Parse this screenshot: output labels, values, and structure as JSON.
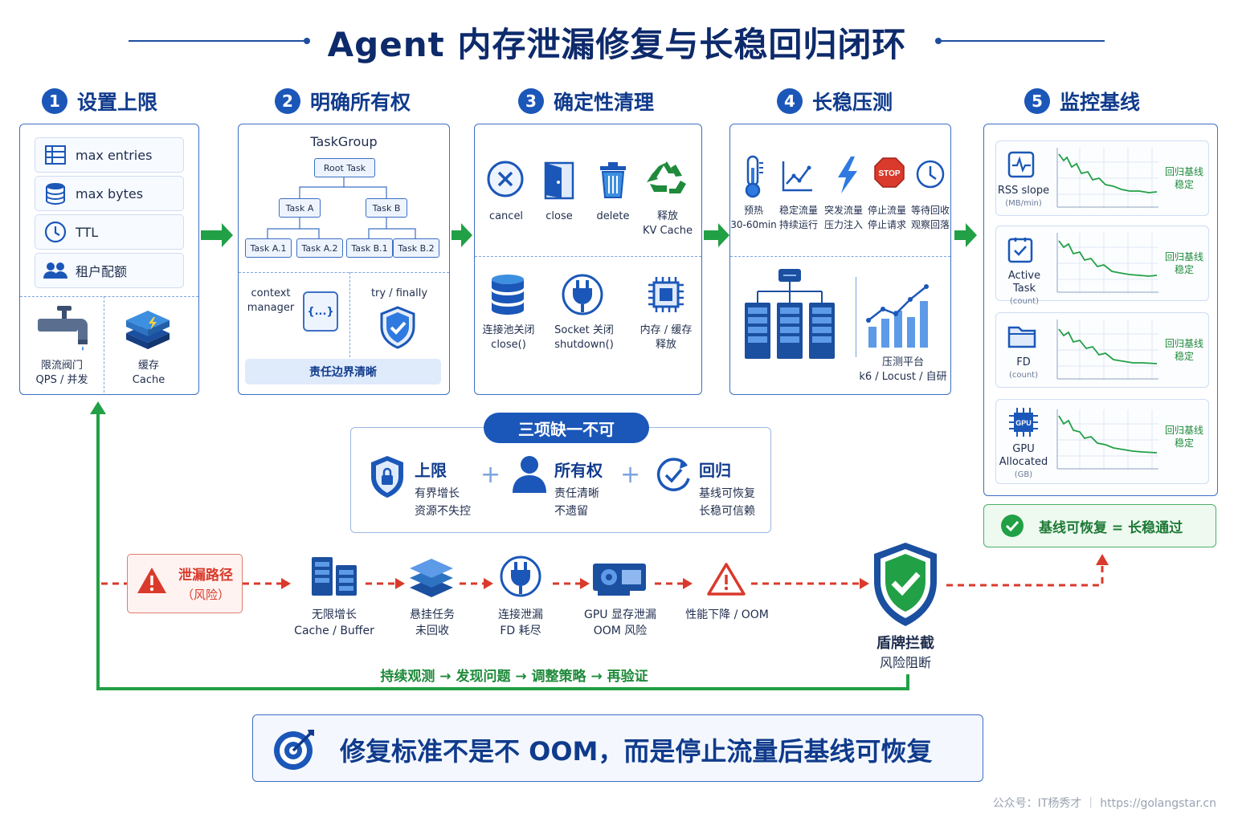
{
  "title": "Agent 内存泄漏修复与长稳回归闭环",
  "steps": [
    {
      "num": "1",
      "title": "设置上限"
    },
    {
      "num": "2",
      "title": "明确所有权"
    },
    {
      "num": "3",
      "title": "确定性清理"
    },
    {
      "num": "4",
      "title": "长稳压测"
    },
    {
      "num": "5",
      "title": "监控基线"
    }
  ],
  "limits": {
    "items": [
      "max entries",
      "max bytes",
      "TTL",
      "租户配额"
    ],
    "valve_label_1": "限流阀门",
    "valve_label_2": "QPS / 并发",
    "cache_label_1": "缓存",
    "cache_label_2": "Cache"
  },
  "ownership": {
    "group_title": "TaskGroup",
    "root": "Root Task",
    "task_a": "Task A",
    "task_b": "Task B",
    "task_a1": "Task A.1",
    "task_a2": "Task A.2",
    "task_b1": "Task B.1",
    "task_b2": "Task B.2",
    "ctx_label_1": "context",
    "ctx_label_2": "manager",
    "ctx_glyph": "{...}",
    "try_label": "try / finally",
    "footer": "责任边界清晰"
  },
  "cleanup": {
    "top": [
      {
        "label_1": "cancel",
        "label_2": ""
      },
      {
        "label_1": "close",
        "label_2": ""
      },
      {
        "label_1": "delete",
        "label_2": ""
      },
      {
        "label_1": "释放",
        "label_2": "KV Cache"
      }
    ],
    "bottom": [
      {
        "label_1": "连接池关闭",
        "label_2": "close()"
      },
      {
        "label_1": "Socket 关闭",
        "label_2": "shutdown()"
      },
      {
        "label_1": "内存 / 缓存",
        "label_2": "释放"
      }
    ]
  },
  "stress": {
    "icons": [
      {
        "label_1": "预热",
        "label_2": "30-60min"
      },
      {
        "label_1": "稳定流量",
        "label_2": "持续运行"
      },
      {
        "label_1": "突发流量",
        "label_2": "压力注入"
      },
      {
        "label_1": "停止流量",
        "label_2": "停止请求"
      },
      {
        "label_1": "等待回收",
        "label_2": "观察回落"
      }
    ],
    "stop_text": "STOP",
    "platform_1": "压测平台",
    "platform_2": "k6 / Locust / 自研"
  },
  "monitor": {
    "rows": [
      {
        "name_1": "RSS slope",
        "name_2": "",
        "unit": "(MB/min)",
        "tag_1": "回归基线",
        "tag_2": "稳定"
      },
      {
        "name_1": "Active Task",
        "name_2": "",
        "unit": "(count)",
        "tag_1": "回归基线",
        "tag_2": "稳定"
      },
      {
        "name_1": "FD",
        "name_2": "",
        "unit": "(count)",
        "tag_1": "回归基线",
        "tag_2": "稳定"
      },
      {
        "name_1": "GPU",
        "name_2": "Allocated",
        "unit": "(GB)",
        "tag_1": "回归基线",
        "tag_2": "稳定"
      }
    ],
    "gpu_chip": "GPU",
    "pass_text": "基线可恢复 = 长稳通过"
  },
  "triad": {
    "header": "三项缺一不可",
    "items": [
      {
        "title": "上限",
        "line_1": "有界增长",
        "line_2": "资源不失控"
      },
      {
        "title": "所有权",
        "line_1": "责任清晰",
        "line_2": "不遗留"
      },
      {
        "title": "回归",
        "line_1": "基线可恢复",
        "line_2": "长稳可信赖"
      }
    ],
    "plus": "+"
  },
  "risk": {
    "label_1": "泄漏路径",
    "label_2": "（风险）",
    "stages": [
      {
        "line_1": "无限增长",
        "line_2": "Cache / Buffer"
      },
      {
        "line_1": "悬挂任务",
        "line_2": "未回收"
      },
      {
        "line_1": "连接泄漏",
        "line_2": "FD 耗尽"
      },
      {
        "line_1": "GPU 显存泄漏",
        "line_2": "OOM 风险"
      },
      {
        "line_1": "性能下降 / OOM",
        "line_2": ""
      }
    ],
    "shield_1": "盾牌拦截",
    "shield_2": "风险阻断"
  },
  "loop_text": "持续观测 → 发现问题 → 调整策略 → 再验证",
  "banner": "修复标准不是不 OOM，而是停止流量后基线可恢复",
  "footer": "公众号：IT杨秀才 ｜ https://golangstar.cn",
  "colors": {
    "primary": "#1b57b8",
    "green": "#22a046",
    "red": "#d93a2b"
  }
}
